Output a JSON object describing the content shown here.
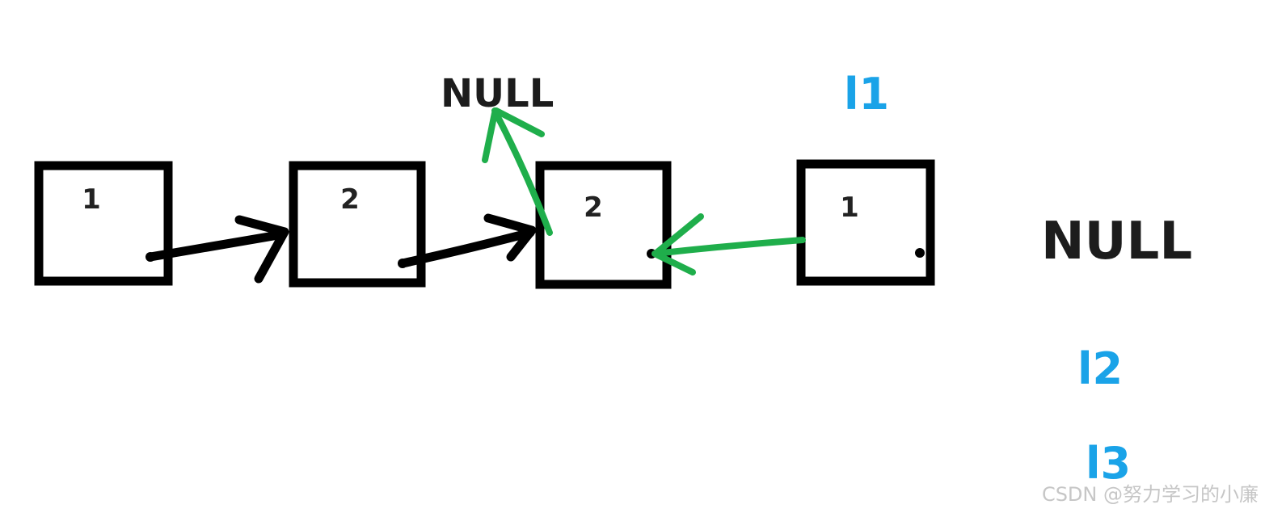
{
  "colors": {
    "box_stroke": "#000000",
    "black_arrow": "#000000",
    "green_arrow": "#1fae4b",
    "pointer_label": "#1aa3e8",
    "null_label": "#1c1c1c",
    "watermark": "#c6c6c6"
  },
  "nodes": [
    {
      "value": "1"
    },
    {
      "value": "2"
    },
    {
      "value": "2"
    },
    {
      "value": "1"
    }
  ],
  "null_labels": {
    "top": "NULL",
    "right": "NULL"
  },
  "pointers": {
    "l1": "l1",
    "l2": "l2",
    "l3": "l3"
  },
  "watermark": "CSDN @努力学习的小廉"
}
